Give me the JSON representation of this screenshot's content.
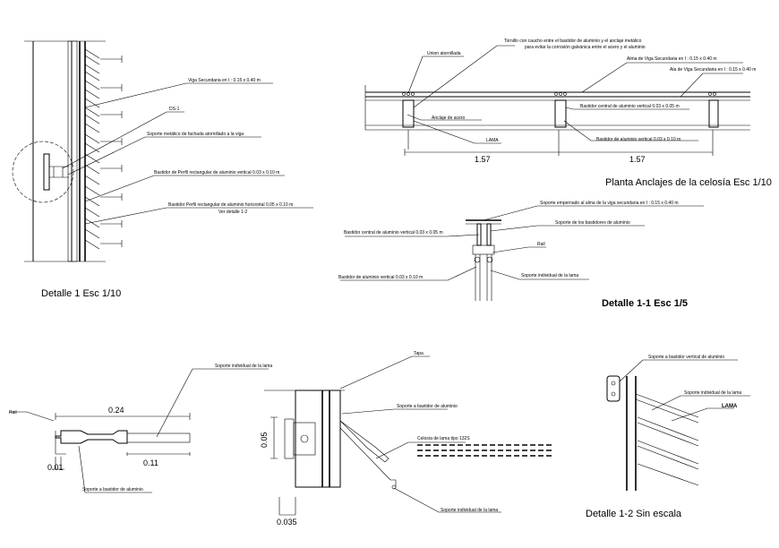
{
  "detail1": {
    "title": "Detalle 1 Esc 1/10",
    "callouts": {
      "viga": "Viga Secundaria en I : 0.15 x 0.40 m",
      "ds1": "DS-1",
      "soporte_metalico": "Soporte metálico de fachada atornillado a la viga",
      "bastidor_vertical": "Bastidor de Perfil rectangular de aluminio vertical 0.03 x 0.10 m",
      "bastidor_horizontal": "Bastidor Perfil rectangular de aluminio horizontal 0.05 x 0.10 m",
      "ver_detalle": "Ver detalle 1-2"
    }
  },
  "planta": {
    "title": "Planta Anclajes de la celosía Esc 1/10",
    "callouts": {
      "union": "Union atornillada",
      "tornillo_1": "Tornillo con caucho entre el bastidor de aluminio y el anclaje metálico",
      "tornillo_2": "para evitar la corrosión galvánica entre el acero y el aluminio",
      "alma": "Alma de Viga Secundaria en I : 0.15 x 0.40 m",
      "ala": "Ala de Viga Secundaria en I : 0.15 x 0.40 m",
      "bastidor_central": "Bastidor central de aluminio vertical 0.03 x 0.05 m",
      "anclaje": "Anclaje de acero",
      "lama": "LAMA",
      "bastidor_aluminio": "Bastidor de aluminio vertical 0.03 x 0.10 m"
    },
    "dims": [
      "1.57",
      "1.57"
    ]
  },
  "detail11": {
    "title": "Detalle 1-1 Esc 1/5",
    "callouts": {
      "soporte_empernado": "Soporte empernado al alma de la viga secundaria en I : 0.15 x 0.40 m",
      "soporte_bastidores": "Soporte de los bastidores de aluminio",
      "bastidor_central": "Bastidor central de aluminio vertical 0.03 x 0.05 m",
      "rail": "Rail",
      "soporte_lama": "Soporte individual de la lama",
      "bastidor_aluminio": "Bastidor de aluminio vertical 0.03 x 0.10 m"
    }
  },
  "rail_detail": {
    "callouts": {
      "rail": "Rail",
      "soporte_individual": "Soporte individual de la lama",
      "soporte_bastidor": "Soporte a bastidor de aluminio"
    },
    "dims": {
      "top": "0.24",
      "bottom": "0.11",
      "left": "0.01"
    }
  },
  "section_detail": {
    "callouts": {
      "tapa": "Tapa",
      "soporte_bastidor": "Soporte a bastidor de aluminio",
      "celosia": "Celosía de lama tipo 132S",
      "soporte_individual": "Soporte individual de la lama"
    },
    "dims": {
      "height": "0.05",
      "width": "0.035"
    }
  },
  "detail12": {
    "title": "Detalle 1-2 Sin escala",
    "callouts": {
      "soporte_bastidor": "Soporte a bastidor vertical de aluminio",
      "soporte_individual": "Soporte individual de la lama",
      "lama": "LAMA"
    }
  }
}
